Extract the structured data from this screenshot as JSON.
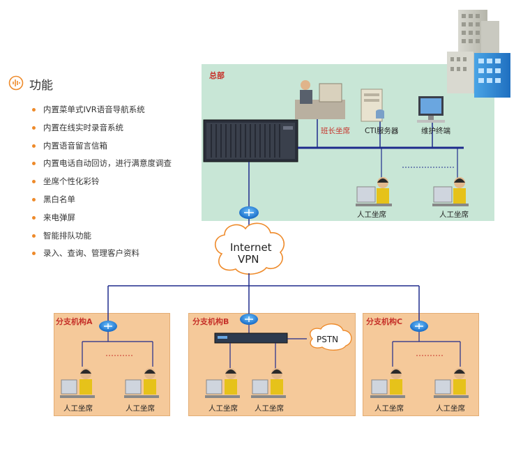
{
  "features": {
    "title": "功能",
    "items": [
      "内置菜单式IVR语音导航系统",
      "内置在线实时录音系统",
      "内置语音留言信箱",
      "内置电话自动回访，进行满意度调查",
      "坐席个性化彩铃",
      "黑白名单",
      "来电弹屏",
      "智能排队功能",
      "录入、查询、管理客户资料"
    ]
  },
  "hq": {
    "label": "总部",
    "supervisor": "班长坐席",
    "cti": "CTI服务器",
    "maint": "维护终端",
    "agent1": "人工坐席",
    "agent2": "人工坐席"
  },
  "cloud": {
    "line1": "Internet",
    "line2": "VPN"
  },
  "pstn": "PSTN",
  "branch_a": {
    "label": "分支机构A",
    "agent1": "人工坐席",
    "agent2": "人工坐席"
  },
  "branch_b": {
    "label": "分支机构B",
    "agent1": "人工坐席",
    "agent2": "人工坐席"
  },
  "branch_c": {
    "label": "分支机构C",
    "agent1": "人工坐席",
    "agent2": "人工坐席"
  }
}
